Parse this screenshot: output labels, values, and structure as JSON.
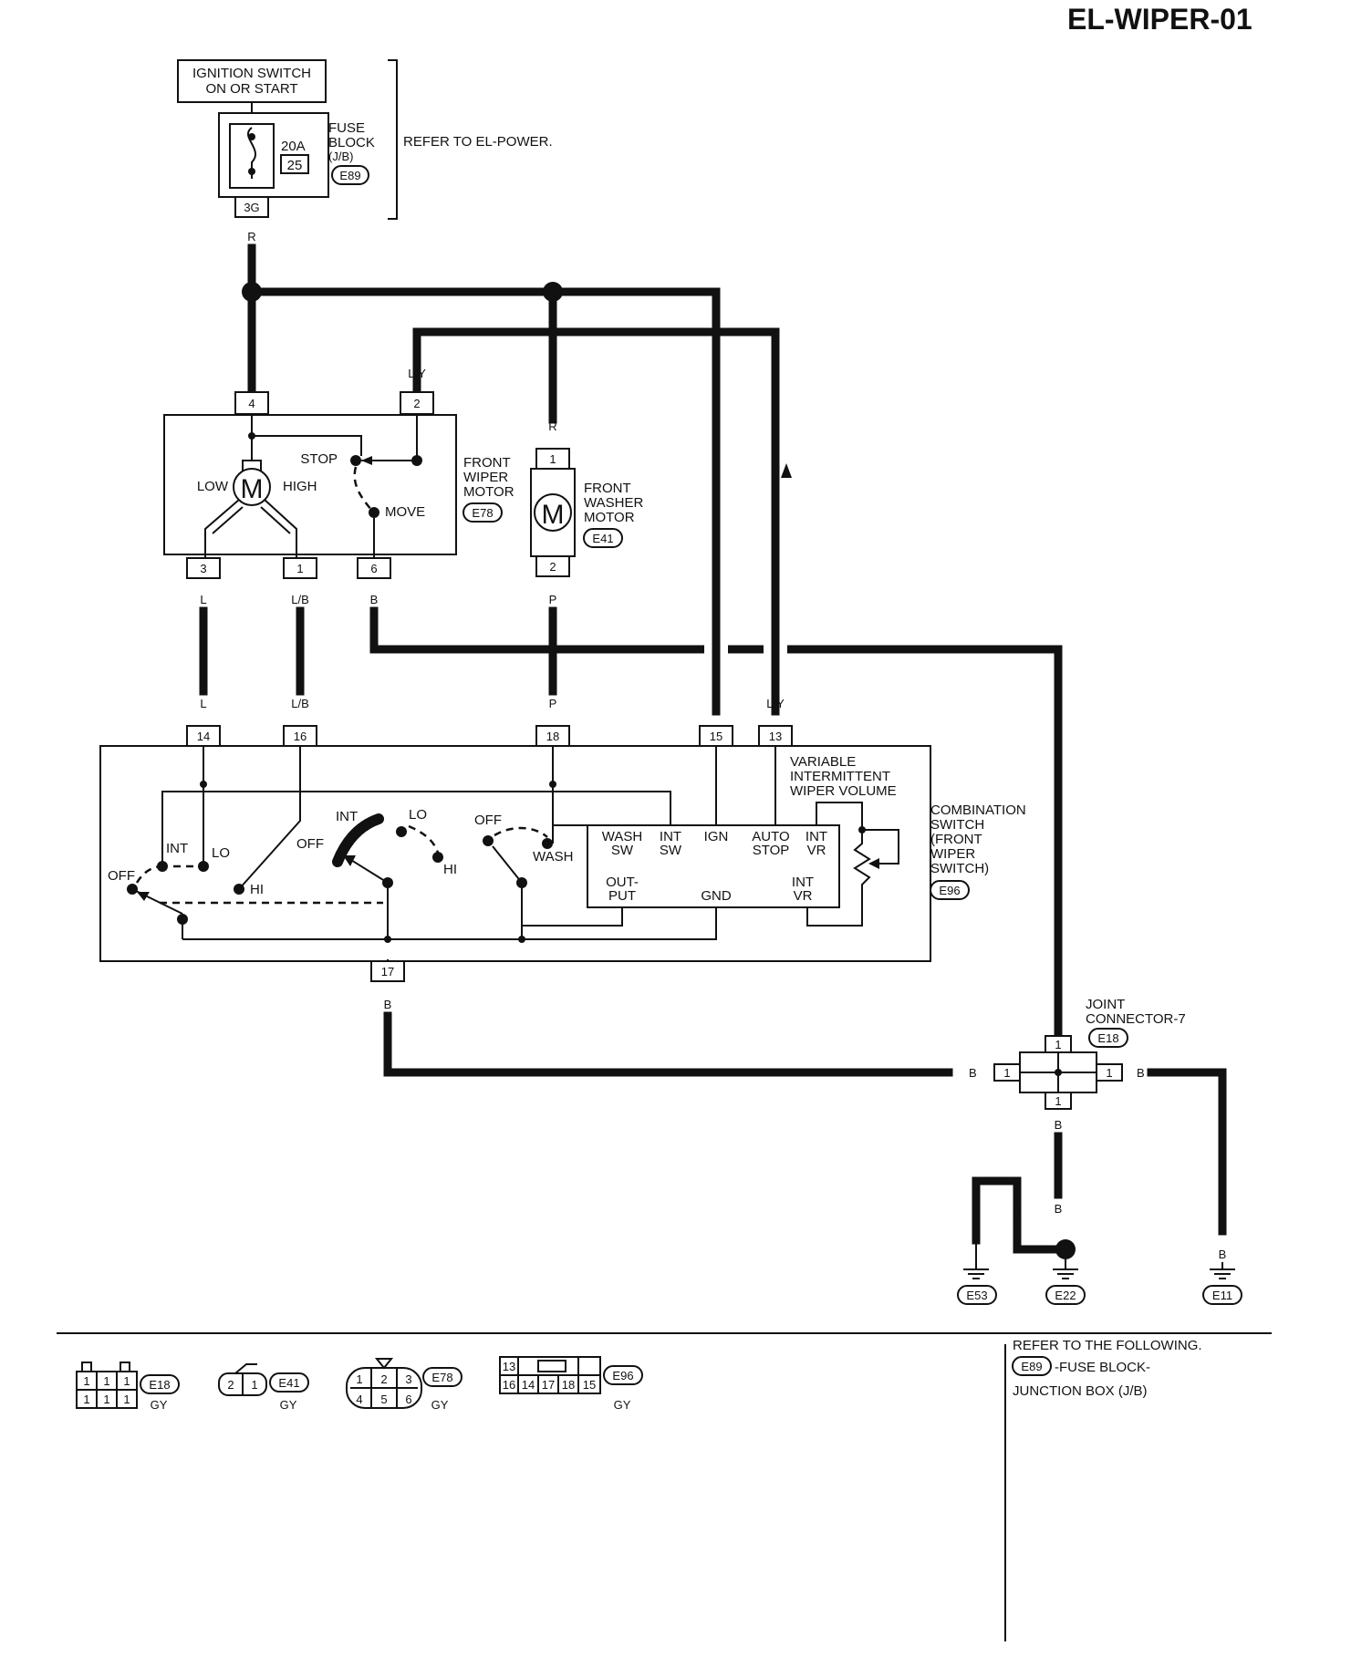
{
  "title": "EL-WIPER-01",
  "ignition": {
    "line1": "IGNITION SWITCH",
    "line2": "ON OR START"
  },
  "fuse_block": {
    "amp": "20A",
    "number": "25",
    "label_lines": [
      "FUSE",
      "BLOCK",
      "(J/B)"
    ],
    "code": "E89",
    "terminal": "3G",
    "refer": "REFER TO EL-POWER."
  },
  "wire_colors": {
    "r": "R",
    "ly": "L/Y",
    "l": "L",
    "lb": "L/B",
    "b": "B",
    "p": "P"
  },
  "wiper_motor": {
    "label_lines": [
      "FRONT",
      "WIPER",
      "MOTOR"
    ],
    "code": "E78",
    "pins": {
      "p4": "4",
      "p2": "2",
      "p3": "3",
      "p1": "1",
      "p6": "6"
    },
    "low": "LOW",
    "high": "HIGH",
    "stop": "STOP",
    "move": "MOVE",
    "m": "M"
  },
  "washer_motor": {
    "label_lines": [
      "FRONT",
      "WASHER",
      "MOTOR"
    ],
    "code": "E41",
    "pins": {
      "p1": "1",
      "p2": "2"
    },
    "m": "M"
  },
  "combination_switch": {
    "label_lines": [
      "COMBINATION",
      "SWITCH",
      "(FRONT",
      "WIPER",
      "SWITCH)"
    ],
    "code": "E96",
    "pins": {
      "p14": "14",
      "p16": "16",
      "p18": "18",
      "p15": "15",
      "p13": "13",
      "p17": "17"
    },
    "volume_lines": [
      "VARIABLE",
      "INTERMITTENT",
      "WIPER VOLUME"
    ],
    "positions": {
      "int": "INT",
      "lo": "LO",
      "off": "OFF",
      "hi": "HI",
      "wash": "WASH"
    },
    "module": {
      "wash_sw": [
        "WASH",
        "SW"
      ],
      "int_sw": [
        "INT",
        "SW"
      ],
      "ign": "IGN",
      "auto_stop": [
        "AUTO",
        "STOP"
      ],
      "int_vr_top": [
        "INT",
        "VR"
      ],
      "output": [
        "OUT-",
        "PUT"
      ],
      "gnd": "GND",
      "int_vr_bottom": [
        "INT",
        "VR"
      ]
    }
  },
  "joint_connector": {
    "label_lines": [
      "JOINT",
      "CONNECTOR-7"
    ],
    "code": "E18",
    "pin": "1"
  },
  "grounds": [
    "E53",
    "E22",
    "E11"
  ],
  "connector_views": [
    {
      "code": "E18",
      "color": "GY",
      "pins": [
        "1",
        "1",
        "1",
        "1",
        "1",
        "1"
      ]
    },
    {
      "code": "E41",
      "color": "GY",
      "pins": [
        "2",
        "1"
      ]
    },
    {
      "code": "E78",
      "color": "GY",
      "pins": [
        "1",
        "2",
        "3",
        "4",
        "5",
        "6"
      ]
    },
    {
      "code": "E96",
      "color": "GY",
      "pins": [
        "13",
        "16",
        "14",
        "17",
        "18",
        "15"
      ]
    }
  ],
  "refer_box": {
    "heading": "REFER TO THE FOLLOWING.",
    "code": "E89",
    "line1": "-FUSE BLOCK-",
    "line2": "JUNCTION BOX (J/B)"
  }
}
